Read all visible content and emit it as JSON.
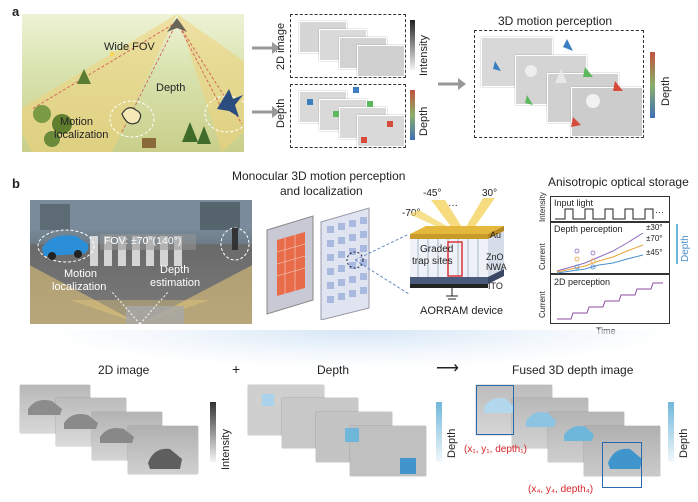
{
  "panel_a": {
    "letter": "a",
    "scene": {
      "wide_fov": "Wide FOV",
      "depth": "Depth",
      "motion_localization_1": "Motion",
      "motion_localization_2": "localization"
    },
    "stack_2d": {
      "side_label": "2D image",
      "bar_label": "Intensity"
    },
    "stack_depth": {
      "side_label": "Depth",
      "bar_label": "Depth"
    },
    "motion_3d": {
      "title": "3D motion perception",
      "bar_label": "Depth"
    }
  },
  "panel_b": {
    "letter": "b",
    "street": {
      "fov": "FOV: ±70°(140°)",
      "motion_1": "Motion",
      "motion_2": "localization",
      "depth_1": "Depth",
      "depth_2": "estimation"
    },
    "center_title_1": "Monocular 3D motion perception",
    "center_title_2": "and localization",
    "device": {
      "angle_m45": "-45°",
      "angle_30": "30°",
      "angle_m70": "-70°",
      "dots": "···",
      "graded_1": "Graded",
      "graded_2": "trap sites",
      "au": "Au",
      "zno_1": "ZnO",
      "zno_2": "NWA",
      "ito": "ITO",
      "caption": "AORRAM device"
    },
    "storage": {
      "title": "Anisotropic optical storage",
      "input_light": "Input light",
      "intensity_axis": "Intensity",
      "depth_perception": "Depth perception",
      "current_axis_1": "Current",
      "angles": [
        "±30°",
        "±70°",
        "±45°"
      ],
      "depth_side": "Depth",
      "dots": "···",
      "perception_2d": "2D perception",
      "current_axis_2": "Current",
      "time_axis": "Time"
    }
  },
  "panel_c": {
    "title_2d": "2D image",
    "plus": "+",
    "title_depth": "Depth",
    "arrow": "⟶",
    "title_fused": "Fused 3D depth image",
    "bar_intensity": "Intensity",
    "bar_depth_1": "Depth",
    "bar_depth_2": "Depth",
    "coord_1": "(x₁, y₁, depth₁)",
    "coord_4": "(x₄, y₄, depth₄)"
  },
  "colors": {
    "accent_red": "#d9262c",
    "depth_blue": "#6fb7da",
    "depth_sq_blue": "#3a7fc0",
    "depth_sq_green": "#5cb85c",
    "depth_sq_red": "#d64b3c"
  }
}
